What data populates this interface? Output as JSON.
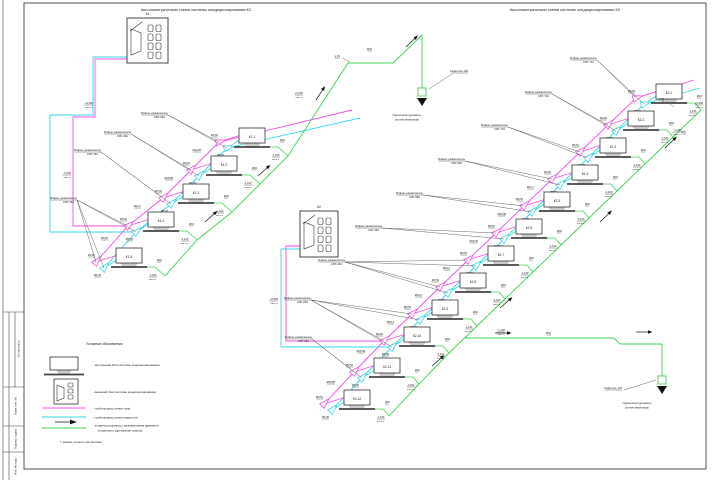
{
  "titles": {
    "k1": "Аксонометрическая схема системы кондиционирования К1",
    "k2": "Аксонометрическая схема системы кондиционирования К2"
  },
  "margin": {
    "cells": [
      "Согласовано",
      "Взам. инв. №",
      "Подпись и дата",
      "Инв. № подл."
    ]
  },
  "legend": {
    "title": "Условные обозначения",
    "indoor": "- внутренний блок системы кондиционирования",
    "outdoor": "- внешний блок системы кондиционирования",
    "gas": "- трубопровод (линия газа)",
    "liquid": "- трубопровод (линия жидкости)",
    "drain1": "- конденсатопровод с направлением движения",
    "drain2": "конденсата (дренажная трасса)",
    "note": "*- размер уточнить при монтаже"
  },
  "colors": {
    "gas": "#f24fe0",
    "liquid": "#35d6e0",
    "drain": "#41cf52",
    "line": "#333333"
  },
  "k1": {
    "outdoor_label": "К1",
    "units": [
      "К1-1",
      "К1-2",
      "К1-3",
      "К1-4",
      "К1-5"
    ],
    "refnet_title": "Рефнет-разветвитель",
    "refnets": [
      "КХР-26А",
      "КХР-26А",
      "КХР-33А",
      "КХР-26А"
    ],
    "seg_labels": [
      "Ø19,05",
      "Ø15,88",
      "Ø12,7",
      "Ø9,52"
    ],
    "stub_gas": "Ø9,52",
    "stub_liq": "Ø6,35",
    "drain_d": "Ø32",
    "elev_unit": "-1,100",
    "elev_note": "отм.ч.п.",
    "elev_top": "+3,300",
    "elev_zero": "-0,000",
    "to_riser": "к Р1",
    "siphon": "Сифон HL-136",
    "sewer1": "Подключение (дренажа) к",
    "sewer2": "системе канализации"
  },
  "k2": {
    "outdoor_label": "К2",
    "units": [
      "К2-1",
      "К2-2",
      "К2-3",
      "К2-4",
      "К2-5",
      "К2-6",
      "К2-7",
      "К2-8",
      "К2-9",
      "К2-10",
      "К2-11",
      "К2-12"
    ],
    "refnet_title": "Рефнет-разветвитель",
    "refnets": [
      "КХР-72А",
      "КХР-72А",
      "КХР-73А",
      "КХР-59А",
      "КХР-58А",
      "КХР-33А",
      "КХР-26А",
      "КХР-26А",
      "КХР-26А"
    ],
    "seg_labels": [
      "Ø28,58",
      "Ø28,58",
      "Ø25,4",
      "Ø22,2",
      "Ø22,2",
      "Ø19,05",
      "Ø15,88",
      "Ø12,7"
    ],
    "stub_gas": "Ø9,52",
    "stub_liq": "Ø6,35",
    "drain_d": "Ø32",
    "elev_unit": "-1,100",
    "elev_note": "отм.ч.п.",
    "elev_top": "+3,300",
    "elev_zero": "-0,000",
    "to_riser": "к Р1",
    "siphon": "Сифон HL-136",
    "sewer1": "Подключение (дренажа) к",
    "sewer2": "системе канализации"
  }
}
